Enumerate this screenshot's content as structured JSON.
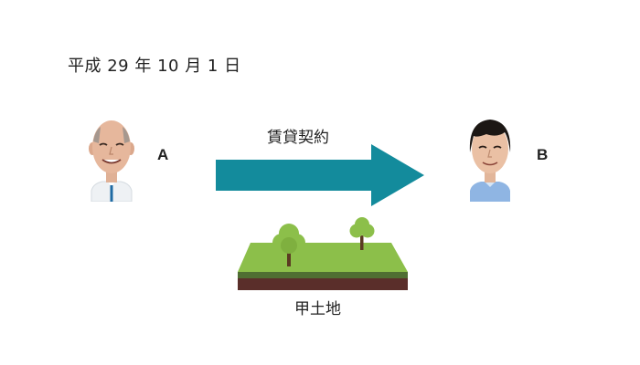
{
  "date": "平成 29 年 10 月 1 日",
  "party_a": {
    "label": "A"
  },
  "party_b": {
    "label": "B"
  },
  "relationship": {
    "label": "賃貸契約",
    "color": "#138b9c"
  },
  "property": {
    "label": "甲土地",
    "grass_color": "#8cbf4a",
    "soil_color": "#5a2e2a"
  }
}
